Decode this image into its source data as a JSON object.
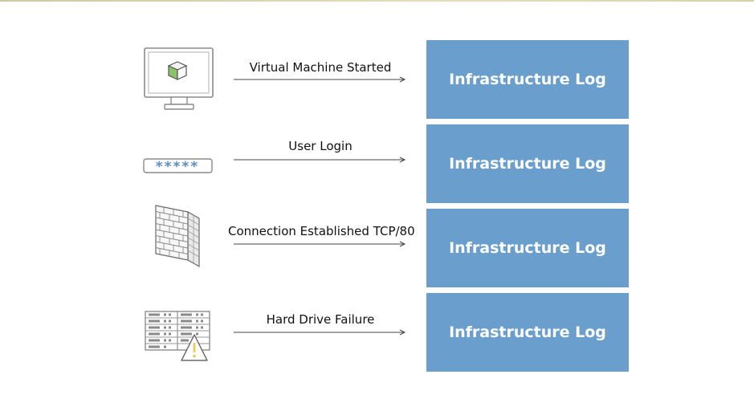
{
  "diagram": {
    "rows": [
      {
        "event": "Virtual Machine Started",
        "destination": "Infrastructure Log",
        "icon": "monitor-icon"
      },
      {
        "event": "User Login",
        "destination": "Infrastructure Log",
        "icon": "password-field-icon"
      },
      {
        "event": "Connection Established TCP/80",
        "destination": "Infrastructure Log",
        "icon": "firewall-icon"
      },
      {
        "event": "Hard Drive Failure",
        "destination": "Infrastructure Log",
        "icon": "server-warning-icon"
      }
    ]
  },
  "colors": {
    "log_box": "#6a9fcd",
    "cube_green": "#8cc26a",
    "password_stars": "#5b8fc4",
    "warning_yellow": "#f2c94c"
  }
}
